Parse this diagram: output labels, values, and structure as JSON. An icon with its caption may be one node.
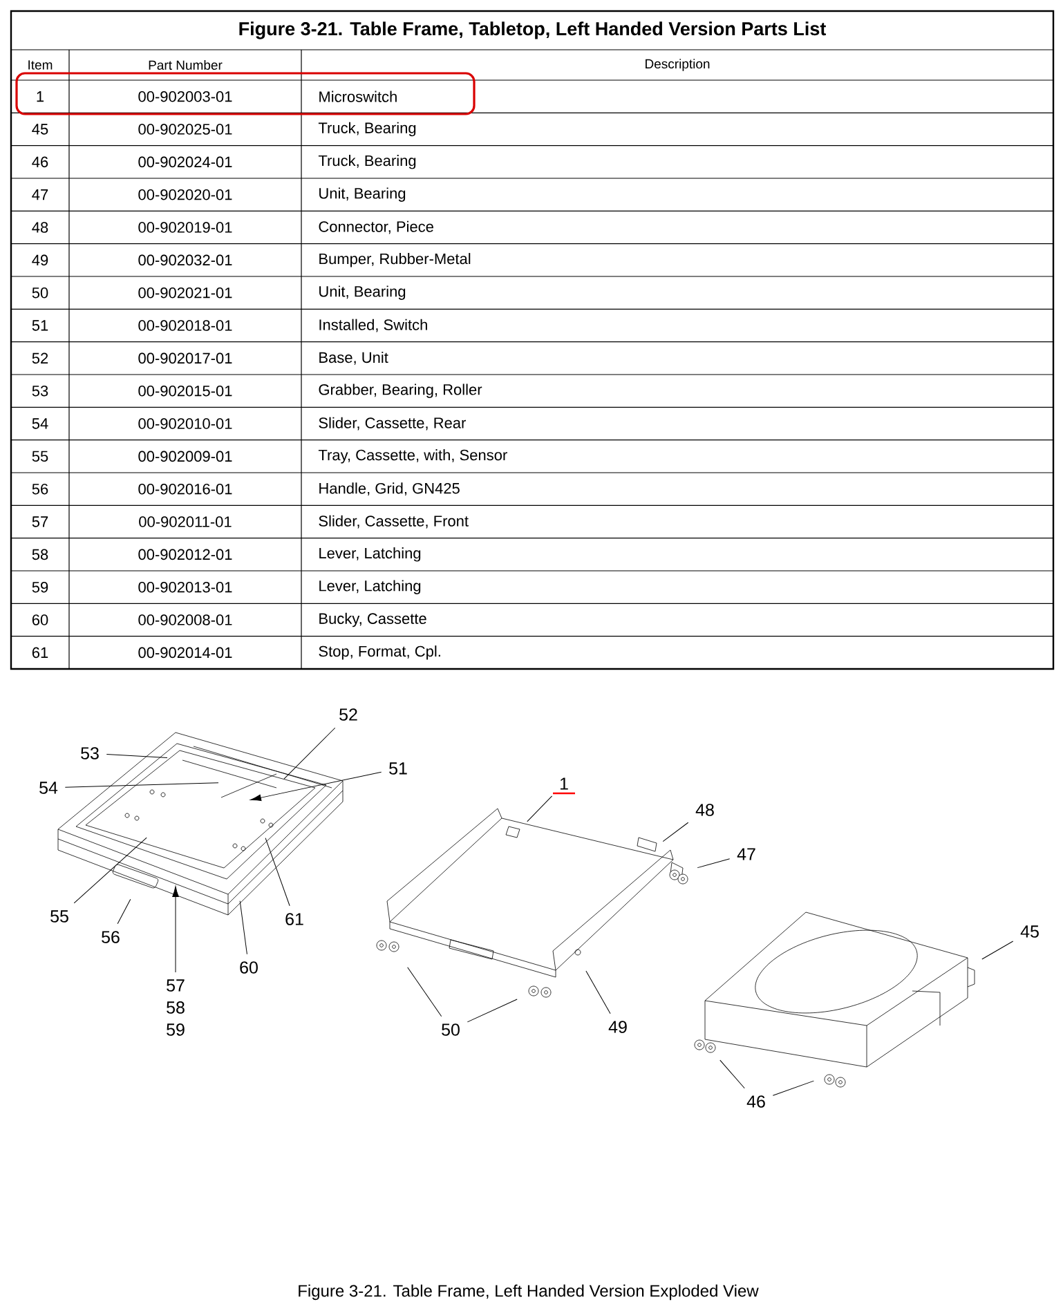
{
  "diagram": {
    "title": "Figure 3-21.  Table Frame, Tabletop, Left Handed Version Parts List",
    "caption": "Figure 3-21. Table Frame, Left Handed Version Exploded View",
    "nodes": [
      {
        "text": [
          "52"
        ]
      },
      {
        "text": [
          "53"
        ]
      },
      {
        "text": [
          "51"
        ]
      },
      {
        "text": [
          "54"
        ]
      },
      {
        "text": [
          "1"
        ]
      },
      {
        "text": [
          "48"
        ]
      },
      {
        "text": [
          "47"
        ]
      },
      {
        "text": [
          "55"
        ]
      },
      {
        "text": [
          "61"
        ]
      },
      {
        "text": [
          "45"
        ]
      },
      {
        "text": [
          "56"
        ]
      },
      {
        "text": [
          "60"
        ]
      },
      {
        "text": [
          "57",
          "58",
          "59"
        ]
      },
      {
        "text": [
          "49"
        ]
      },
      {
        "text": [
          "50"
        ]
      },
      {
        "text": [
          "46"
        ]
      }
    ],
    "edges": [
      {
        "from": 0,
        "to": null,
        "arrow": "none"
      },
      {
        "from": 1,
        "to": null,
        "arrow": "none"
      },
      {
        "from": 2,
        "to": null,
        "arrow": "to"
      },
      {
        "from": 3,
        "to": null,
        "arrow": "none"
      },
      {
        "from": 4,
        "to": null,
        "arrow": "none"
      },
      {
        "from": 5,
        "to": null,
        "arrow": "none"
      },
      {
        "from": 6,
        "to": null,
        "arrow": "none"
      },
      {
        "from": 7,
        "to": null,
        "arrow": "none"
      },
      {
        "from": 8,
        "to": null,
        "arrow": "none"
      },
      {
        "from": 9,
        "to": null,
        "arrow": "none"
      },
      {
        "from": 10,
        "to": null,
        "arrow": "none"
      },
      {
        "from": 11,
        "to": null,
        "arrow": "none"
      },
      {
        "from": 12,
        "to": null,
        "arrow": "to"
      },
      {
        "from": 13,
        "to": null,
        "arrow": "none"
      },
      {
        "from": 14,
        "to": null,
        "arrow": "none"
      },
      {
        "from": 14,
        "to": null,
        "arrow": "none"
      },
      {
        "from": 15,
        "to": null,
        "arrow": "none"
      },
      {
        "from": 15,
        "to": null,
        "arrow": "none"
      }
    ],
    "labels": [
      "Item",
      "Part Number",
      "Description",
      "1",
      "00-902003-01",
      "Microswitch",
      "45",
      "00-902025-01",
      "Truck, Bearing",
      "46",
      "00-902024-01",
      "Truck, Bearing",
      "47",
      "00-902020-01",
      "Unit, Bearing",
      "48",
      "00-902019-01",
      "Connector, Piece",
      "49",
      "00-902032-01",
      "Bumper, Rubber-Metal",
      "50",
      "00-902021-01",
      "Unit, Bearing",
      "51",
      "00-902018-01",
      "Installed, Switch",
      "52",
      "00-902017-01",
      "Base, Unit",
      "53",
      "00-902015-01",
      "Grabber, Bearing, Roller",
      "54",
      "00-902010-01",
      "Slider, Cassette, Rear",
      "55",
      "00-902009-01",
      "Tray, Cassette, with, Sensor",
      "56",
      "00-902016-01",
      "Handle, Grid, GN425",
      "57",
      "00-902011-01",
      "Slider, Cassette, Front",
      "58",
      "00-902012-01",
      "Lever, Latching",
      "59",
      "00-902013-01",
      "Lever, Latching",
      "60",
      "00-902008-01",
      "Bucky, Cassette",
      "61",
      "00-902014-01",
      "Stop, Format, Cpl."
    ]
  }
}
